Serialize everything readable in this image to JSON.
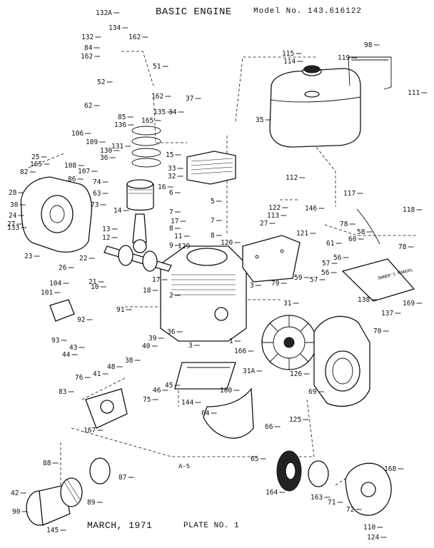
{
  "header": {
    "title": "BASIC ENGINE",
    "model": "Model No. 143.616122"
  },
  "footer": {
    "date": "MARCH, 1971",
    "plate": "PLATE NO. 1",
    "page_code": "A-5"
  },
  "manual_label": "OWNER'S MANUAL",
  "parts": [
    {
      "id": "p132a",
      "text": "132A"
    },
    {
      "id": "p134",
      "text": "134"
    },
    {
      "id": "p132",
      "text": "132"
    },
    {
      "id": "p162a",
      "text": "162"
    },
    {
      "id": "p84",
      "text": "84"
    },
    {
      "id": "p162b",
      "text": "162"
    },
    {
      "id": "p51",
      "text": "51"
    },
    {
      "id": "p52",
      "text": "52"
    },
    {
      "id": "p62",
      "text": "62"
    },
    {
      "id": "p162c",
      "text": "162"
    },
    {
      "id": "p85",
      "text": "85"
    },
    {
      "id": "p136",
      "text": "136"
    },
    {
      "id": "p135",
      "text": "135"
    },
    {
      "id": "p34",
      "text": "34"
    },
    {
      "id": "p165a",
      "text": "165"
    },
    {
      "id": "p37",
      "text": "37"
    },
    {
      "id": "p35",
      "text": "35"
    },
    {
      "id": "p115",
      "text": "115"
    },
    {
      "id": "p114",
      "text": "114"
    },
    {
      "id": "p119",
      "text": "119"
    },
    {
      "id": "p98",
      "text": "98"
    },
    {
      "id": "p111",
      "text": "111"
    },
    {
      "id": "p106",
      "text": "106"
    },
    {
      "id": "p109",
      "text": "109"
    },
    {
      "id": "p131",
      "text": "131"
    },
    {
      "id": "p130",
      "text": "130"
    },
    {
      "id": "p36a",
      "text": "36"
    },
    {
      "id": "p15",
      "text": "15"
    },
    {
      "id": "p25",
      "text": "25"
    },
    {
      "id": "p165b",
      "text": "165"
    },
    {
      "id": "p108",
      "text": "108"
    },
    {
      "id": "p107",
      "text": "107"
    },
    {
      "id": "p86",
      "text": "86"
    },
    {
      "id": "p82",
      "text": "82"
    },
    {
      "id": "p28",
      "text": "28"
    },
    {
      "id": "p30",
      "text": "30"
    },
    {
      "id": "p24",
      "text": "24"
    },
    {
      "id": "p27a",
      "text": "27"
    },
    {
      "id": "p133",
      "text": "133"
    },
    {
      "id": "p23",
      "text": "23"
    },
    {
      "id": "p26",
      "text": "26"
    },
    {
      "id": "p74",
      "text": "74"
    },
    {
      "id": "p63",
      "text": "63"
    },
    {
      "id": "p73",
      "text": "73"
    },
    {
      "id": "p14",
      "text": "14"
    },
    {
      "id": "p16",
      "text": "16"
    },
    {
      "id": "p33",
      "text": "33"
    },
    {
      "id": "p32",
      "text": "32"
    },
    {
      "id": "p6",
      "text": "6"
    },
    {
      "id": "p5",
      "text": "5"
    },
    {
      "id": "p7a",
      "text": "7"
    },
    {
      "id": "p7b",
      "text": "7"
    },
    {
      "id": "p8a",
      "text": "8"
    },
    {
      "id": "p8b",
      "text": "8"
    },
    {
      "id": "p9",
      "text": "9"
    },
    {
      "id": "p112",
      "text": "112"
    },
    {
      "id": "p117",
      "text": "117"
    },
    {
      "id": "p118",
      "text": "118"
    },
    {
      "id": "p122",
      "text": "122"
    },
    {
      "id": "p113",
      "text": "113"
    },
    {
      "id": "p27b",
      "text": "27"
    },
    {
      "id": "p146",
      "text": "146"
    },
    {
      "id": "p78a",
      "text": "78"
    },
    {
      "id": "p58",
      "text": "58"
    },
    {
      "id": "p60",
      "text": "60"
    },
    {
      "id": "p78b",
      "text": "78"
    },
    {
      "id": "p121",
      "text": "121"
    },
    {
      "id": "p61",
      "text": "61"
    },
    {
      "id": "p56a",
      "text": "56"
    },
    {
      "id": "p57a",
      "text": "57"
    },
    {
      "id": "p56b",
      "text": "56"
    },
    {
      "id": "p57b",
      "text": "57"
    },
    {
      "id": "p120",
      "text": "120"
    },
    {
      "id": "p59",
      "text": "59"
    },
    {
      "id": "p79",
      "text": "79"
    },
    {
      "id": "p13",
      "text": "13"
    },
    {
      "id": "p12",
      "text": "12"
    },
    {
      "id": "p11",
      "text": "11"
    },
    {
      "id": "p17a",
      "text": "17"
    },
    {
      "id": "p129",
      "text": "129"
    },
    {
      "id": "p22",
      "text": "22"
    },
    {
      "id": "p104",
      "text": "104"
    },
    {
      "id": "p101",
      "text": "101"
    },
    {
      "id": "p21",
      "text": "21"
    },
    {
      "id": "p10",
      "text": "10"
    },
    {
      "id": "p17b",
      "text": "17"
    },
    {
      "id": "p18",
      "text": "18"
    },
    {
      "id": "p2",
      "text": "2"
    },
    {
      "id": "p3a",
      "text": "3"
    },
    {
      "id": "p31",
      "text": "31"
    },
    {
      "id": "p91",
      "text": "91"
    },
    {
      "id": "p92",
      "text": "92"
    },
    {
      "id": "p36b",
      "text": "36"
    },
    {
      "id": "p39",
      "text": "39"
    },
    {
      "id": "p40",
      "text": "40"
    },
    {
      "id": "p3b",
      "text": "3"
    },
    {
      "id": "p1",
      "text": "1"
    },
    {
      "id": "p93",
      "text": "93"
    },
    {
      "id": "p43",
      "text": "43"
    },
    {
      "id": "p44",
      "text": "44"
    },
    {
      "id": "p38",
      "text": "38"
    },
    {
      "id": "p41",
      "text": "41"
    },
    {
      "id": "p48",
      "text": "48"
    },
    {
      "id": "p46",
      "text": "46"
    },
    {
      "id": "p45",
      "text": "45"
    },
    {
      "id": "p75",
      "text": "75"
    },
    {
      "id": "p76",
      "text": "76"
    },
    {
      "id": "p83",
      "text": "83"
    },
    {
      "id": "p167",
      "text": "167"
    },
    {
      "id": "p144",
      "text": "144"
    },
    {
      "id": "p100",
      "text": "100"
    },
    {
      "id": "p166",
      "text": "166"
    },
    {
      "id": "p31a",
      "text": "31A"
    },
    {
      "id": "p126",
      "text": "126"
    },
    {
      "id": "p69",
      "text": "69"
    },
    {
      "id": "p64",
      "text": "64"
    },
    {
      "id": "p66",
      "text": "66"
    },
    {
      "id": "p125",
      "text": "125"
    },
    {
      "id": "p65",
      "text": "65"
    },
    {
      "id": "p138",
      "text": "138"
    },
    {
      "id": "p137",
      "text": "137"
    },
    {
      "id": "p70",
      "text": "70"
    },
    {
      "id": "p169",
      "text": "169"
    },
    {
      "id": "p88",
      "text": "88"
    },
    {
      "id": "p87",
      "text": "87"
    },
    {
      "id": "p42",
      "text": "42"
    },
    {
      "id": "p89",
      "text": "89"
    },
    {
      "id": "p90",
      "text": "90"
    },
    {
      "id": "p145",
      "text": "145"
    },
    {
      "id": "p164",
      "text": "164"
    },
    {
      "id": "p163",
      "text": "163"
    },
    {
      "id": "p168",
      "text": "168"
    },
    {
      "id": "p71",
      "text": "71"
    },
    {
      "id": "p72",
      "text": "72"
    },
    {
      "id": "p110",
      "text": "110"
    },
    {
      "id": "p124",
      "text": "124"
    }
  ]
}
